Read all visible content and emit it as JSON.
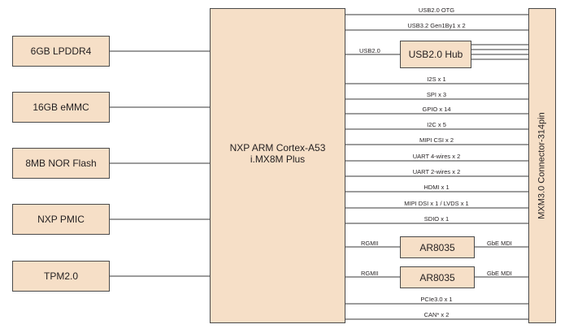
{
  "memory": [
    "6GB LPDDR4",
    "16GB eMMC",
    "8MB NOR Flash",
    "NXP PMIC",
    "TPM2.0"
  ],
  "cpu": {
    "line1": "NXP ARM Cortex-A53",
    "line2": "i.MX8M Plus"
  },
  "connector": "MXM3.0 Connector-314pin",
  "hub": {
    "label": "USB2.0 Hub",
    "input": "USB2.0"
  },
  "phy": {
    "label": "AR8035",
    "input": "RGMII",
    "output": "GbE MDI"
  },
  "signals": {
    "usb_otg": "USB2.0 OTG",
    "usb32": "USB3.2 Gen1By1 x 2",
    "i2s": "I2S x 1",
    "spi": "SPI x 3",
    "gpio": "GPIO x 14",
    "i2c": "I2C x 5",
    "mipi_csi": "MIPI CSI x 2",
    "uart4": "UART 4-wires x 2",
    "uart2": "UART 2-wires x 2",
    "hdmi": "HDMI x 1",
    "mipi_dsi": "MIPI DSI x 1 / LVDS x 1",
    "sdio": "SDIO x 1",
    "pcie": "PCIe3.0 x 1",
    "can": "CAN* x 2"
  }
}
